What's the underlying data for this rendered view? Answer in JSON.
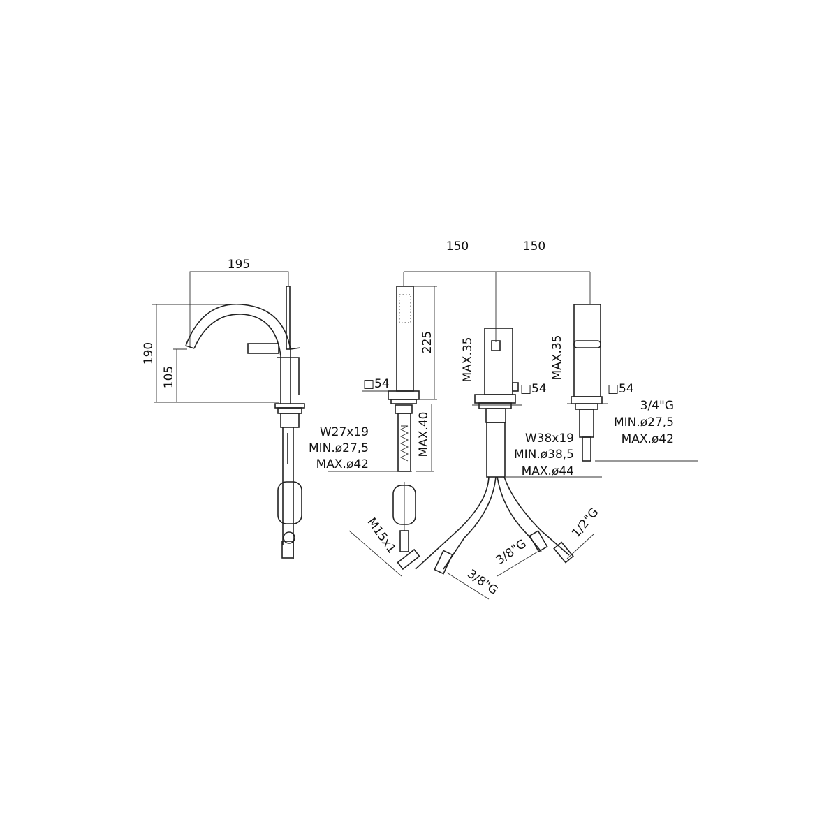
{
  "faucet": {
    "width": "195",
    "height": "190",
    "spout_height": "105",
    "hose_spec": [
      "W27x19",
      "MIN.ø27,5",
      "MAX.ø42"
    ]
  },
  "handshower": {
    "height": "225",
    "square": "□54",
    "max_depth": "MAX.40",
    "thread": "M15x1"
  },
  "spacing": {
    "left": "150",
    "right": "150"
  },
  "mixer": {
    "max": "MAX.35",
    "square": "□54",
    "spec": [
      "W38x19",
      "MIN.ø38,5",
      "MAX.ø44"
    ],
    "conn_a": "3/8\"G",
    "conn_b": "3/8\"G",
    "conn_c": "1/2\"G"
  },
  "diverter": {
    "max": "MAX.35",
    "square": "□54",
    "spec": [
      "3/4\"G",
      "MIN.ø27,5",
      "MAX.ø42"
    ]
  }
}
